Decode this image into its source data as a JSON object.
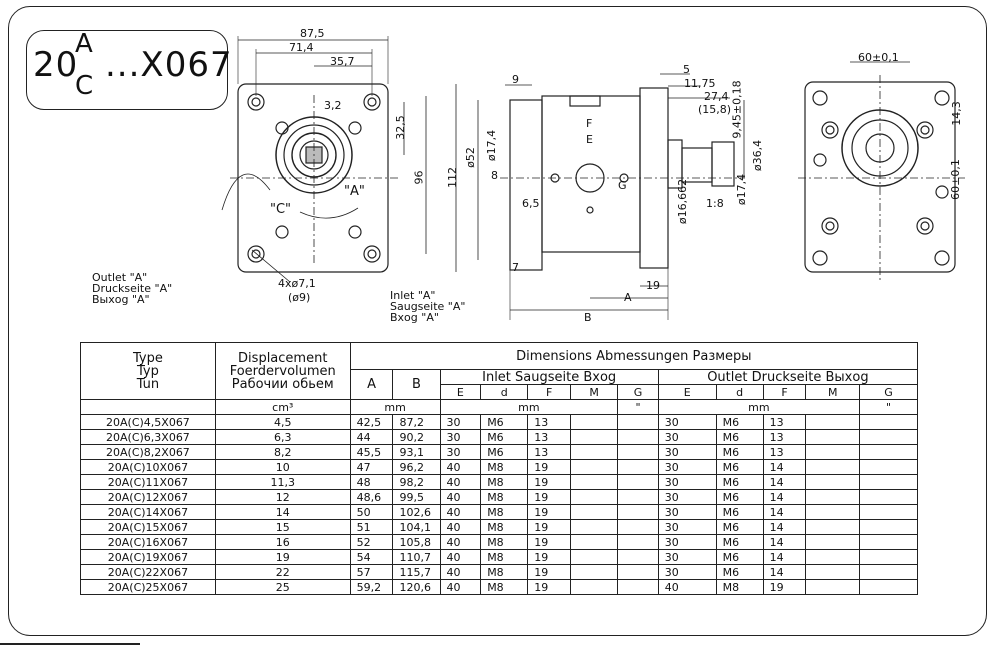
{
  "title": {
    "prefix": "20",
    "sup": "A",
    "sub": "C",
    "suffix": "...X067"
  },
  "dims": {
    "d87_5": "87,5",
    "d71_4": "71,4",
    "d35_7": "35,7",
    "d3_2": "3,2",
    "d32_5": "32,5",
    "d96": "96",
    "d112": "112",
    "holes": "4xø7,1",
    "holes2": "(ø9)",
    "rotA": "\"A\"",
    "rotC": "\"C\"",
    "d9": "9",
    "d17_4": "ø17,4",
    "d52": "ø52",
    "d8": "8",
    "d6_5": "6,5",
    "d7": "7",
    "dE": "E",
    "dF": "F",
    "dG": "G",
    "dA": "A",
    "dB": "B",
    "d19": "19",
    "d5": "5",
    "d11_75": "11,75",
    "d27_4": "27,4",
    "d15_8": "(15,8)",
    "d9_45": "9,45±0,18",
    "d36_4": "ø36,4",
    "d17_4b": "ø17,4",
    "d16_66": "ø16,662",
    "taper": "1:8",
    "d60a": "60±0,1",
    "d60b": "60±0,1",
    "d14_3": "14,3"
  },
  "legend_outlet": [
    "Outlet       \"A\"",
    "Druckseite \"A\"",
    "Выхоg       \"A\""
  ],
  "legend_inlet": [
    "Inlet          \"A\"",
    "Saugseite \"A\"",
    "Вхоg          \"A\""
  ],
  "table": {
    "h_type": [
      "Type",
      "Typ",
      "Tun"
    ],
    "h_disp": [
      "Displacement",
      "Foerdervolumen",
      "Рабочии обьем"
    ],
    "h_dims": "Dimensions   Abmessungen   Размеры",
    "h_inlet": "Inlet   Saugseite   Вхоg",
    "h_outlet": "Outlet   Druckseite   Выхоg",
    "h_cols": [
      "A",
      "B",
      "E",
      "d",
      "F",
      "M",
      "G",
      "E",
      "d",
      "F",
      "M",
      "G"
    ],
    "u_disp": "cm³",
    "u_ab": "mm",
    "u_inlet": "mm",
    "u_inlet_g": "\"",
    "u_outlet": "mm",
    "u_outlet_g": "\"",
    "rows": [
      [
        "20A(C)4,5X067",
        "4,5",
        "42,5",
        "87,2",
        "30",
        "M6",
        "13",
        "",
        "",
        "30",
        "M6",
        "13",
        "",
        ""
      ],
      [
        "20A(C)6,3X067",
        "6,3",
        "44",
        "90,2",
        "30",
        "M6",
        "13",
        "",
        "",
        "30",
        "M6",
        "13",
        "",
        ""
      ],
      [
        "20A(C)8,2X067",
        "8,2",
        "45,5",
        "93,1",
        "30",
        "M6",
        "13",
        "",
        "",
        "30",
        "M6",
        "13",
        "",
        ""
      ],
      [
        "20A(C)10X067",
        "10",
        "47",
        "96,2",
        "40",
        "M8",
        "19",
        "",
        "",
        "30",
        "M6",
        "14",
        "",
        ""
      ],
      [
        "20A(C)11X067",
        "11,3",
        "48",
        "98,2",
        "40",
        "M8",
        "19",
        "",
        "",
        "30",
        "M6",
        "14",
        "",
        ""
      ],
      [
        "20A(C)12X067",
        "12",
        "48,6",
        "99,5",
        "40",
        "M8",
        "19",
        "",
        "",
        "30",
        "M6",
        "14",
        "",
        ""
      ],
      [
        "20A(C)14X067",
        "14",
        "50",
        "102,6",
        "40",
        "M8",
        "19",
        "",
        "",
        "30",
        "M6",
        "14",
        "",
        ""
      ],
      [
        "20A(C)15X067",
        "15",
        "51",
        "104,1",
        "40",
        "M8",
        "19",
        "",
        "",
        "30",
        "M6",
        "14",
        "",
        ""
      ],
      [
        "20A(C)16X067",
        "16",
        "52",
        "105,8",
        "40",
        "M8",
        "19",
        "",
        "",
        "30",
        "M6",
        "14",
        "",
        ""
      ],
      [
        "20A(C)19X067",
        "19",
        "54",
        "110,7",
        "40",
        "M8",
        "19",
        "",
        "",
        "30",
        "M6",
        "14",
        "",
        ""
      ],
      [
        "20A(C)22X067",
        "22",
        "57",
        "115,7",
        "40",
        "M8",
        "19",
        "",
        "",
        "30",
        "M6",
        "14",
        "",
        ""
      ],
      [
        "20A(C)25X067",
        "25",
        "59,2",
        "120,6",
        "40",
        "M8",
        "19",
        "",
        "",
        "40",
        "M8",
        "19",
        "",
        ""
      ]
    ]
  }
}
